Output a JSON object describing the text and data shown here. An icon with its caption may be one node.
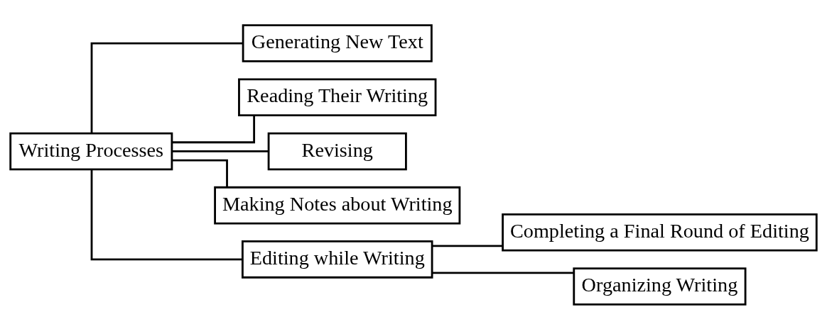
{
  "diagram": {
    "nodes": [
      {
        "text": [
          "Writing Processes"
        ]
      },
      {
        "text": [
          "Generating New Text"
        ]
      },
      {
        "text": [
          "Reading Their Writing"
        ]
      },
      {
        "text": [
          "Revising"
        ]
      },
      {
        "text": [
          "Making Notes about Writing"
        ]
      },
      {
        "text": [
          "Editing while Writing"
        ]
      },
      {
        "text": [
          "Completing a Final Round of Editing"
        ]
      },
      {
        "text": [
          "Organizing Writing"
        ]
      }
    ],
    "edges": [
      {
        "from": 0,
        "to": 1,
        "arrow": "none"
      },
      {
        "from": 0,
        "to": 2,
        "arrow": "none"
      },
      {
        "from": 0,
        "to": 3,
        "arrow": "none"
      },
      {
        "from": 0,
        "to": 4,
        "arrow": "none"
      },
      {
        "from": 0,
        "to": 5,
        "arrow": "none"
      },
      {
        "from": 5,
        "to": 6,
        "arrow": "none"
      },
      {
        "from": 5,
        "to": 7,
        "arrow": "none"
      }
    ]
  }
}
